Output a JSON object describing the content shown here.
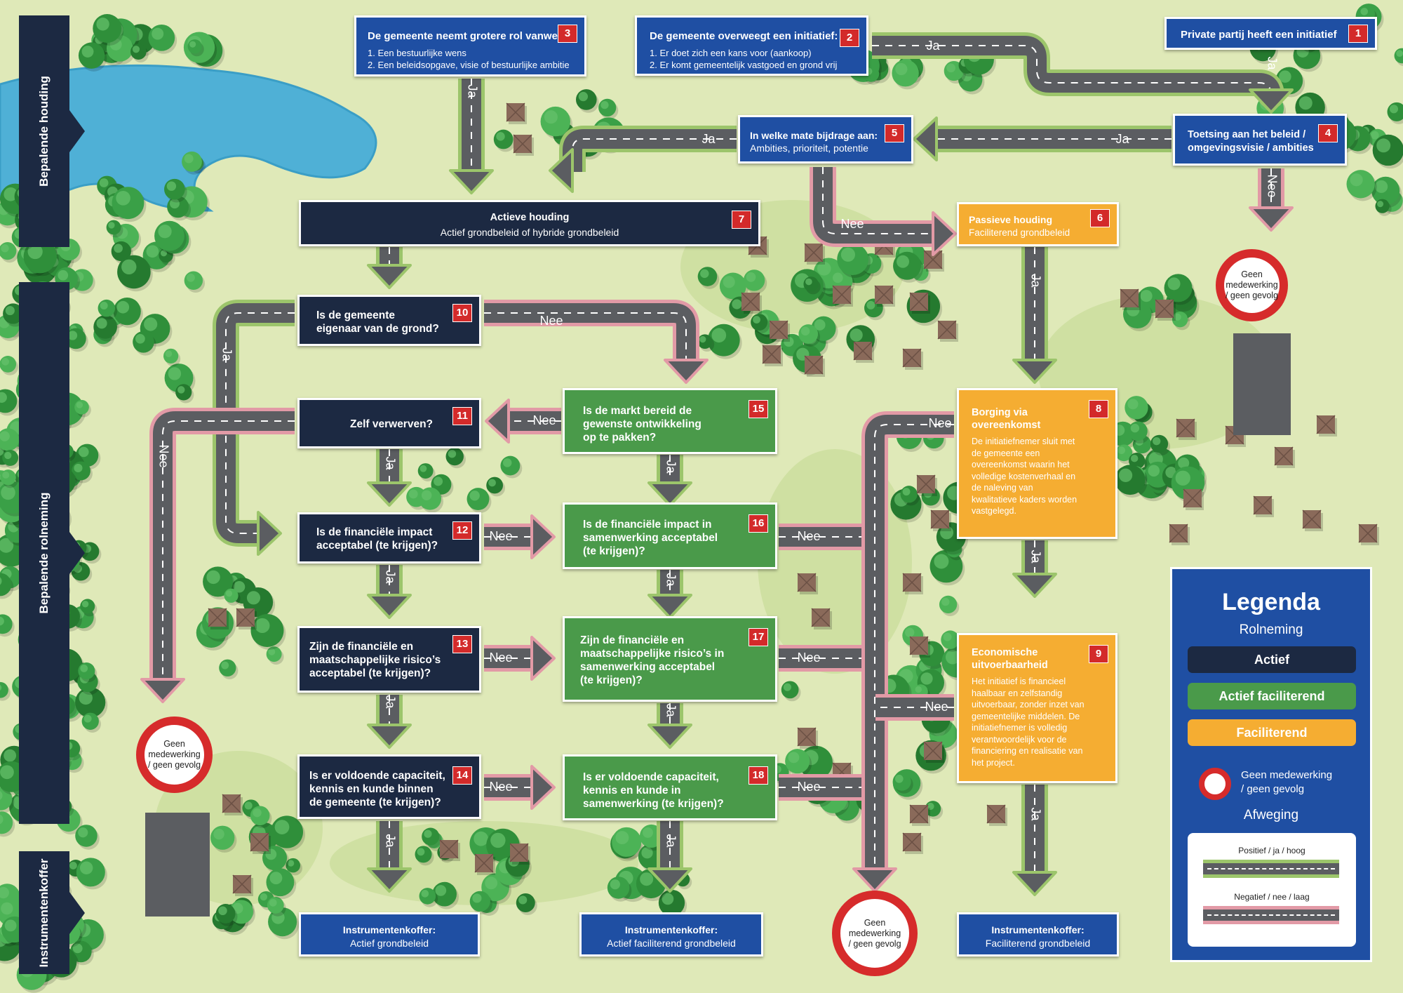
{
  "side_labels": {
    "houding": "Bepalende houding",
    "rolneming": "Bepalende rolneming",
    "instrumenten": "Instrumentenkoffer"
  },
  "boxes": {
    "b1": {
      "num": "1",
      "title": "Private partij heeft een initiatief"
    },
    "b2": {
      "num": "2",
      "title": "De gemeente overweegt een initiatief:",
      "items": [
        "1.   Er doet zich een kans voor (aankoop)",
        "2.   Er komt gemeentelijk vastgoed en grond vrij"
      ]
    },
    "b3": {
      "num": "3",
      "title": "De gemeente neemt grotere rol vanwege:",
      "items": [
        "1.   Een bestuurlijke wens",
        "2.   Een beleidsopgave, visie of bestuurlijke ambitie"
      ]
    },
    "b4": {
      "num": "4",
      "title_lines": [
        "Toetsing aan het beleid /",
        "omgevingsvisie / ambities"
      ]
    },
    "b5": {
      "num": "5",
      "title": "In welke mate bijdrage aan:",
      "sub": "Ambities, prioriteit, potentie"
    },
    "b6": {
      "num": "6",
      "title": "Passieve houding",
      "sub": "Faciliterend grondbeleid"
    },
    "b7": {
      "num": "7",
      "title": "Actieve houding",
      "sub": "Actief grondbeleid of hybride grondbeleid"
    },
    "b8": {
      "num": "8",
      "title_lines": [
        "Borging via",
        "overeenkomst"
      ],
      "body": [
        "De initiatiefnemer sluit met",
        "de gemeente een",
        "overeenkomst waarin het",
        "volledige kostenverhaal en",
        "de naleving van",
        "kwalitatieve kaders worden",
        "vastgelegd."
      ]
    },
    "b9": {
      "num": "9",
      "title_lines": [
        "Economische",
        "uitvoerbaarheid"
      ],
      "body": [
        "Het initiatief is financieel",
        "haalbaar en zelfstandig",
        "uitvoerbaar, zonder inzet van",
        "gemeentelijke middelen. De",
        "initiatiefnemer is volledig",
        "verantwoordelijk voor de",
        "financiering en realisatie van",
        "het project."
      ]
    },
    "b10": {
      "num": "10",
      "lines": [
        "Is de gemeente",
        "eigenaar van de grond?"
      ]
    },
    "b11": {
      "num": "11",
      "lines": [
        "Zelf verwerven?"
      ]
    },
    "b12": {
      "num": "12",
      "lines": [
        "Is de financiële impact",
        "acceptabel (te krijgen)?"
      ]
    },
    "b13": {
      "num": "13",
      "lines": [
        "Zijn de financiële en",
        "maatschappelijke risico’s",
        "acceptabel (te krijgen)?"
      ]
    },
    "b14": {
      "num": "14",
      "lines": [
        "Is er voldoende capaciteit,",
        "kennis en kunde binnen",
        "de gemeente (te krijgen)?"
      ]
    },
    "b15": {
      "num": "15",
      "lines": [
        "Is de markt bereid de",
        "gewenste ontwikkeling",
        "op te pakken?"
      ]
    },
    "b16": {
      "num": "16",
      "lines": [
        "Is de financiële impact in",
        "samenwerking acceptabel",
        "(te krijgen)?"
      ]
    },
    "b17": {
      "num": "17",
      "lines": [
        "Zijn de financiële en",
        "maatschappelijke risico’s in",
        "samenwerking acceptabel",
        "(te krijgen)?"
      ]
    },
    "b18": {
      "num": "18",
      "lines": [
        "Is er voldoende capaciteit,",
        "kennis en kunde in",
        "samenwerking (te krijgen)?"
      ]
    },
    "tk1": {
      "title": "Instrumentenkoffer:",
      "sub": "Actief grondbeleid"
    },
    "tk2": {
      "title": "Instrumentenkoffer:",
      "sub": "Actief faciliterend grondbeleid"
    },
    "tk3": {
      "title": "Instrumentenkoffer:",
      "sub": "Faciliterend grondbeleid"
    }
  },
  "stop_sign": {
    "line1": "Geen",
    "line2": "medewerking",
    "line3": "/ geen gevolg"
  },
  "road_labels": {
    "ja": "Ja",
    "nee": "Nee"
  },
  "legend": {
    "title": "Legenda",
    "subtitle": "Rolneming",
    "roles": [
      "Actief",
      "Actief faciliterend",
      "Faciliterend"
    ],
    "stop_line1": "Geen medewerking",
    "stop_line2": "/ geen gevolg",
    "afweging": "Afweging",
    "positive": "Positief / ja / hoog",
    "negative": "Negatief / nee / laag"
  },
  "colors": {
    "navy": "#1c2942",
    "blue": "#1f4fa3",
    "green": "#4a9a4a",
    "orange": "#f5ad32",
    "red": "#d32a2a",
    "road": "#5b5d61",
    "road_positive_edge": "#9cc56b",
    "road_negative_edge": "#e29aa6",
    "water": "#4fb0d6",
    "grass": "#dfe9b8"
  }
}
